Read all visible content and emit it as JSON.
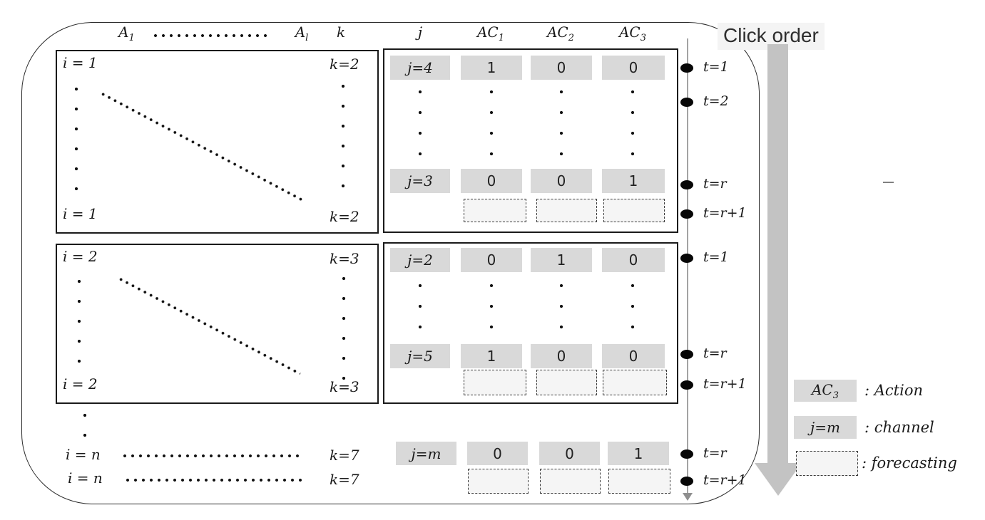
{
  "title_label": "Click order",
  "columns": {
    "a1": {
      "base": "A",
      "sub": "1"
    },
    "al": {
      "base": "A",
      "sub": "l"
    },
    "k": "k",
    "j": "j",
    "ac1": {
      "base": "AC",
      "sub": "1"
    },
    "ac2": {
      "base": "AC",
      "sub": "2"
    },
    "ac3": {
      "base": "AC",
      "sub": "3"
    }
  },
  "sessions": [
    {
      "i_top": "i = 1",
      "i_bottom": "i = 1",
      "k_top": "k=2",
      "k_bottom": "k=2",
      "rows": {
        "first": {
          "j": "j=4",
          "ac1": "1",
          "ac2": "0",
          "ac3": "0"
        },
        "last": {
          "j": "j=3",
          "ac1": "0",
          "ac2": "0",
          "ac3": "1"
        }
      }
    },
    {
      "i_top": "i = 2",
      "i_bottom": "i = 2",
      "k_top": "k=3",
      "k_bottom": "k=3",
      "rows": {
        "first": {
          "j": "j=2",
          "ac1": "0",
          "ac2": "1",
          "ac3": "0"
        },
        "last": {
          "j": "j=5",
          "ac1": "1",
          "ac2": "0",
          "ac3": "0"
        }
      }
    }
  ],
  "bottom": {
    "click_row": {
      "i": "i = n",
      "k": "k=7",
      "j": "j=m",
      "ac1": "0",
      "ac2": "0",
      "ac3": "1"
    },
    "forecast_row": {
      "i": "i = n",
      "k": "k=7"
    }
  },
  "timeline": {
    "ticks": [
      "t=1",
      "t=2",
      "t=r",
      "t=r+1",
      "t=1",
      "t=r",
      "t=r+1",
      "t=r",
      "t=r+1"
    ]
  },
  "legend": {
    "action": {
      "swatch_base": "AC",
      "swatch_sub": "3",
      "label": ": Action"
    },
    "channel": {
      "swatch": "j=m",
      "label": ": channel"
    },
    "forecasting": {
      "label": ": forecasting"
    }
  },
  "colors": {
    "cell_gray": "#d9d9d9",
    "forecast_fill": "#f5f5f5",
    "arrow_gray": "#c3c3c3",
    "timeline_line": "#a3a3a3",
    "timeline_dot": "#070707",
    "click_order_bg": "#f4f4f4"
  }
}
